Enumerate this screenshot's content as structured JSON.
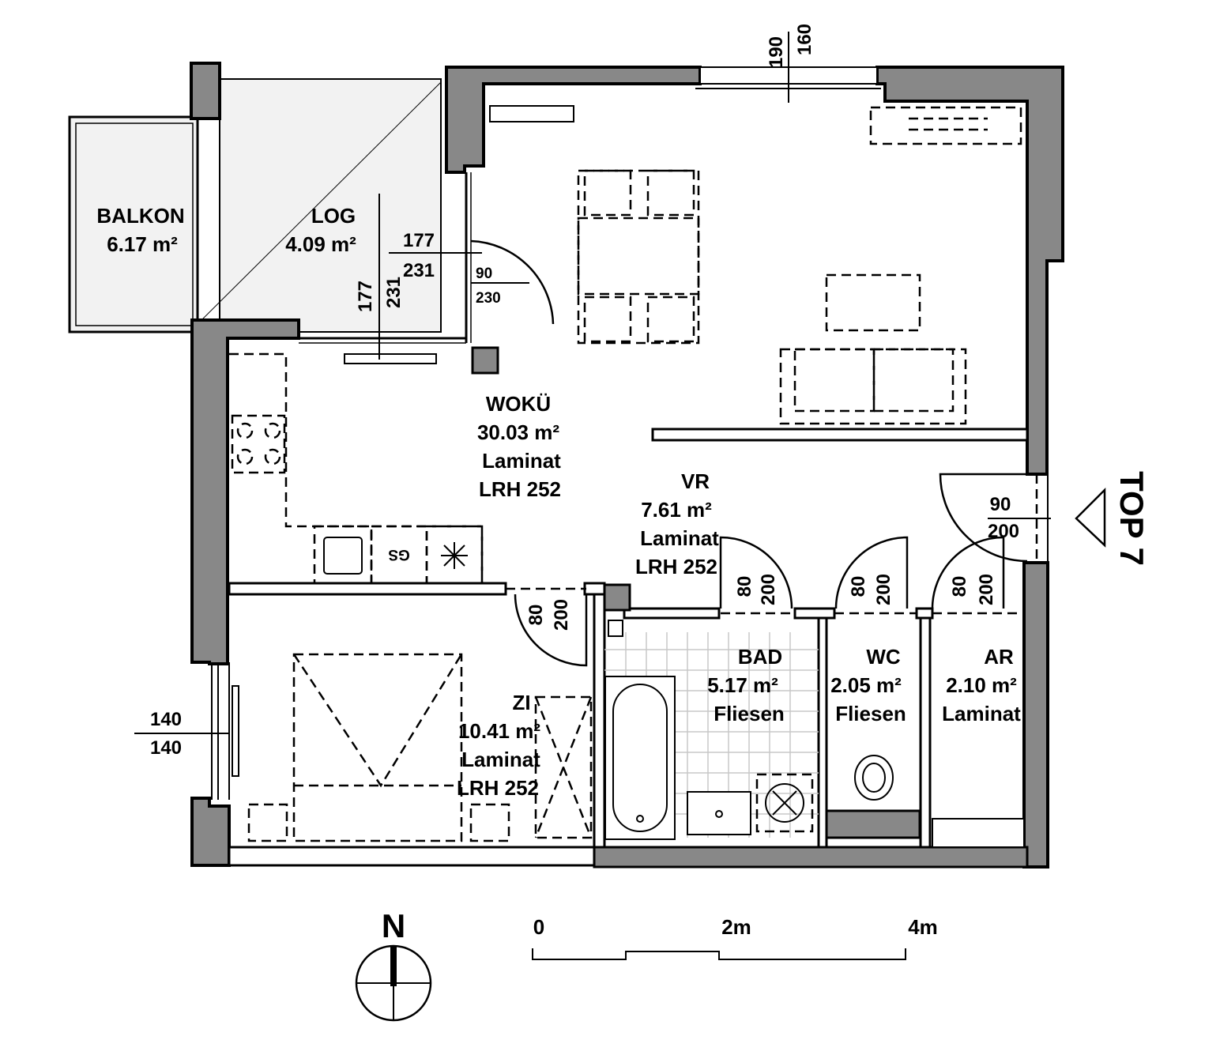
{
  "unit_label": "TOP 7",
  "rooms": {
    "balkon": {
      "name": "BALKON",
      "area": "6.17 m²"
    },
    "log": {
      "name": "LOG",
      "area": "4.09 m²"
    },
    "woku": {
      "name": "WOKÜ",
      "area": "30.03 m²",
      "floor": "Laminat",
      "height": "LRH 252"
    },
    "vr": {
      "name": "VR",
      "area": "7.61 m²",
      "floor": "Laminat",
      "height": "LRH 252"
    },
    "zi": {
      "name": "ZI",
      "area": "10.41 m²",
      "floor": "Laminat",
      "height": "LRH 252"
    },
    "bad": {
      "name": "BAD",
      "area": "5.17 m²",
      "floor": "Fliesen"
    },
    "wc": {
      "name": "WC",
      "area": "2.05 m²",
      "floor": "Fliesen"
    },
    "ar": {
      "name": "AR",
      "area": "2.10 m²",
      "floor": "Laminat"
    }
  },
  "dimensions": {
    "top_window_w": "190",
    "top_window_h": "160",
    "log_door_w": "177",
    "log_door_h": "231",
    "log_door2_w": "177",
    "log_door2_h": "231",
    "woku_door_w": "90",
    "woku_door_h": "230",
    "entry_w": "90",
    "entry_h": "200",
    "zi_door_w": "80",
    "zi_door_h": "200",
    "bad_door_w": "80",
    "bad_door_h": "200",
    "wc_door_w": "80",
    "wc_door_h": "200",
    "ar_door_w": "80",
    "ar_door_h": "200",
    "zi_window_w": "140",
    "zi_window_h": "140"
  },
  "appliance_label": "GS",
  "compass": "N",
  "scale": {
    "tick0": "0",
    "tick1": "2m",
    "tick2": "4m"
  }
}
